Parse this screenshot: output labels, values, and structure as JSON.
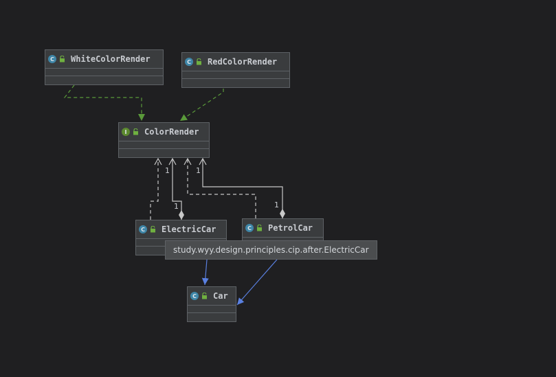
{
  "diagram": {
    "classes": [
      {
        "id": "white",
        "kind_letter": "C",
        "name": "WhiteColorRender"
      },
      {
        "id": "red",
        "kind_letter": "C",
        "name": "RedColorRender"
      },
      {
        "id": "colorrender",
        "kind_letter": "I",
        "name": "ColorRender"
      },
      {
        "id": "electric",
        "kind_letter": "C",
        "name": "ElectricCar"
      },
      {
        "id": "petrol",
        "kind_letter": "C",
        "name": "PetrolCar"
      },
      {
        "id": "car",
        "kind_letter": "C",
        "name": "Car"
      }
    ],
    "relations": [
      {
        "from": "WhiteColorRender",
        "to": "ColorRender",
        "type": "implements",
        "color": "#5a9a3a"
      },
      {
        "from": "RedColorRender",
        "to": "ColorRender",
        "type": "implements",
        "color": "#5a9a3a"
      },
      {
        "from": "ElectricCar",
        "to": "ColorRender",
        "type": "dependency",
        "color": "#c8c8c8"
      },
      {
        "from": "ElectricCar",
        "to": "ColorRender",
        "type": "composition",
        "multiplicity": "1",
        "color": "#c8c8c8"
      },
      {
        "from": "PetrolCar",
        "to": "ColorRender",
        "type": "dependency",
        "color": "#c8c8c8"
      },
      {
        "from": "PetrolCar",
        "to": "ColorRender",
        "type": "composition",
        "multiplicity": "1",
        "color": "#c8c8c8"
      },
      {
        "from": "ElectricCar",
        "to": "Car",
        "type": "extends",
        "color": "#5a80e0"
      },
      {
        "from": "PetrolCar",
        "to": "Car",
        "type": "extends",
        "color": "#5a80e0"
      }
    ],
    "multiplicities": {
      "electric_target": "1",
      "electric_source": "1",
      "petrol_target": "1",
      "petrol_source": "1"
    },
    "tooltip": "study.wyy.design.principles.cip.after.ElectricCar"
  }
}
